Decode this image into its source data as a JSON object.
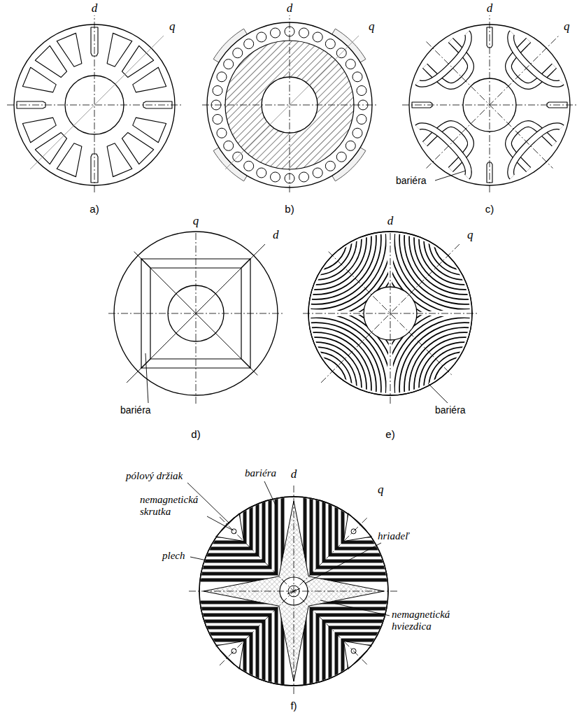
{
  "diagram": {
    "labels": [
      "d",
      "q",
      "a)",
      "d",
      "q",
      "b)",
      "d",
      "q",
      "bariéra",
      "c)",
      "q",
      "d",
      "bariéra",
      "d)",
      "d",
      "q",
      "bariéra",
      "e)",
      "pólový držiak",
      "bariéra",
      "d",
      "q",
      "nemagnetická skrutka",
      "plech",
      "hriadeľ",
      "nemagnetická hviezdica",
      "f)"
    ]
  }
}
